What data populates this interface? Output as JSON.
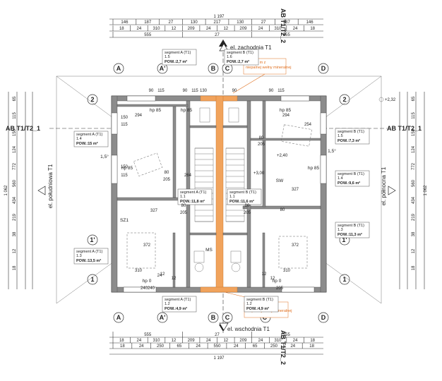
{
  "dims": {
    "top_total": "1 197",
    "top_row1": [
      "146",
      "187",
      "27",
      "130",
      "217",
      "130",
      "27",
      "187",
      "146"
    ],
    "top_row2": [
      "18",
      "24",
      "310",
      "12",
      "209",
      "24",
      "12",
      "209",
      "24",
      "310",
      "24",
      "18"
    ],
    "top_row3": [
      "555",
      "27",
      "555"
    ],
    "bottom_row1": [
      "555",
      "27",
      "555"
    ],
    "bottom_row2": [
      "18",
      "24",
      "310",
      "12",
      "209",
      "24",
      "12",
      "209",
      "24",
      "310",
      "24",
      "18"
    ],
    "bottom_row3": [
      "18",
      "24",
      "250",
      "65",
      "24",
      "550",
      "24",
      "65",
      "250",
      "24",
      "18"
    ],
    "bottom_total": "1 197",
    "left_total": "1 062",
    "right_total": "1 062",
    "side_values": [
      "65",
      "115",
      "150",
      "124",
      "772",
      "560",
      "434",
      "219",
      "38",
      "12",
      "18"
    ],
    "inner": [
      "90",
      "115",
      "90",
      "115",
      "130",
      "90",
      "90",
      "115",
      "150",
      "115",
      "150",
      "115",
      "80",
      "205",
      "80",
      "205",
      "294",
      "294",
      "80",
      "205",
      "80",
      "205",
      "80",
      "310",
      "310",
      "12",
      "12",
      "24",
      "240",
      "240",
      "205",
      "264",
      "327",
      "327",
      "372",
      "372",
      "254",
      "12",
      "12"
    ]
  },
  "axes": {
    "top": [
      "A",
      "A'",
      "B",
      "C",
      "C'",
      "D"
    ],
    "bottom": [
      "A",
      "A'",
      "B",
      "C",
      "C'",
      "D"
    ],
    "left": [
      "2",
      "1'",
      "1"
    ],
    "right": [
      "2",
      "1'",
      "1"
    ]
  },
  "sections": {
    "top": "AB T1/T2_2",
    "bottom": "AB T1/T2_2",
    "left": "AB T1/T2_1",
    "right": "AB T1/T2_1"
  },
  "elevations": {
    "west": "el. zachodnia T1",
    "east": "el. wschodnia T1",
    "south": "el. południowa T1",
    "north": "el. północna T1"
  },
  "notes": {
    "top": "pas 2,0 m z niepalnej wełny mineralnej",
    "bottom": "pas 2,0 m z niepalnej wełny mineralnej"
  },
  "levels": [
    "+2,32",
    "+2,40",
    "+3,00"
  ],
  "rooms": [
    {
      "seg": "segment A (T1)",
      "num": "1.5",
      "area": "POW.:2,7 m²"
    },
    {
      "seg": "segment B (T1)",
      "num": "1.6",
      "area": "POW.:2,7 m²"
    },
    {
      "seg": "segment B (T1)",
      "num": "1.5",
      "area": "POW.:7,3 m²"
    },
    {
      "seg": "segment A (T1)",
      "num": "1.4",
      "area": "POW.:15 m²"
    },
    {
      "seg": "segment B (T1)",
      "num": "1.4",
      "area": "POW.:9,6 m²"
    },
    {
      "seg": "segment A (T1)",
      "num": "1.1",
      "area": "POW.:11,8 m²"
    },
    {
      "seg": "segment B (T1)",
      "num": "1.1",
      "area": "POW.:11,6 m²"
    },
    {
      "seg": "segment B (T1)",
      "num": "1.3",
      "area": "POW.:11,3 m²"
    },
    {
      "seg": "segment A (T1)",
      "num": "1.3",
      "area": "POW.:13,5 m²"
    },
    {
      "seg": "segment A (T1)",
      "num": "1.2",
      "area": "POW.:4,9 m²"
    },
    {
      "seg": "segment B (T1)",
      "num": "1.2",
      "area": "POW.:4,9 m²"
    }
  ],
  "room_marks": [
    "hp 85",
    "hp 85",
    "hp 85",
    "hp 85",
    "hp 85",
    "hp 0",
    "hp 0",
    "SW",
    "SZ1",
    "MS",
    "1,5°",
    "1,5°"
  ]
}
